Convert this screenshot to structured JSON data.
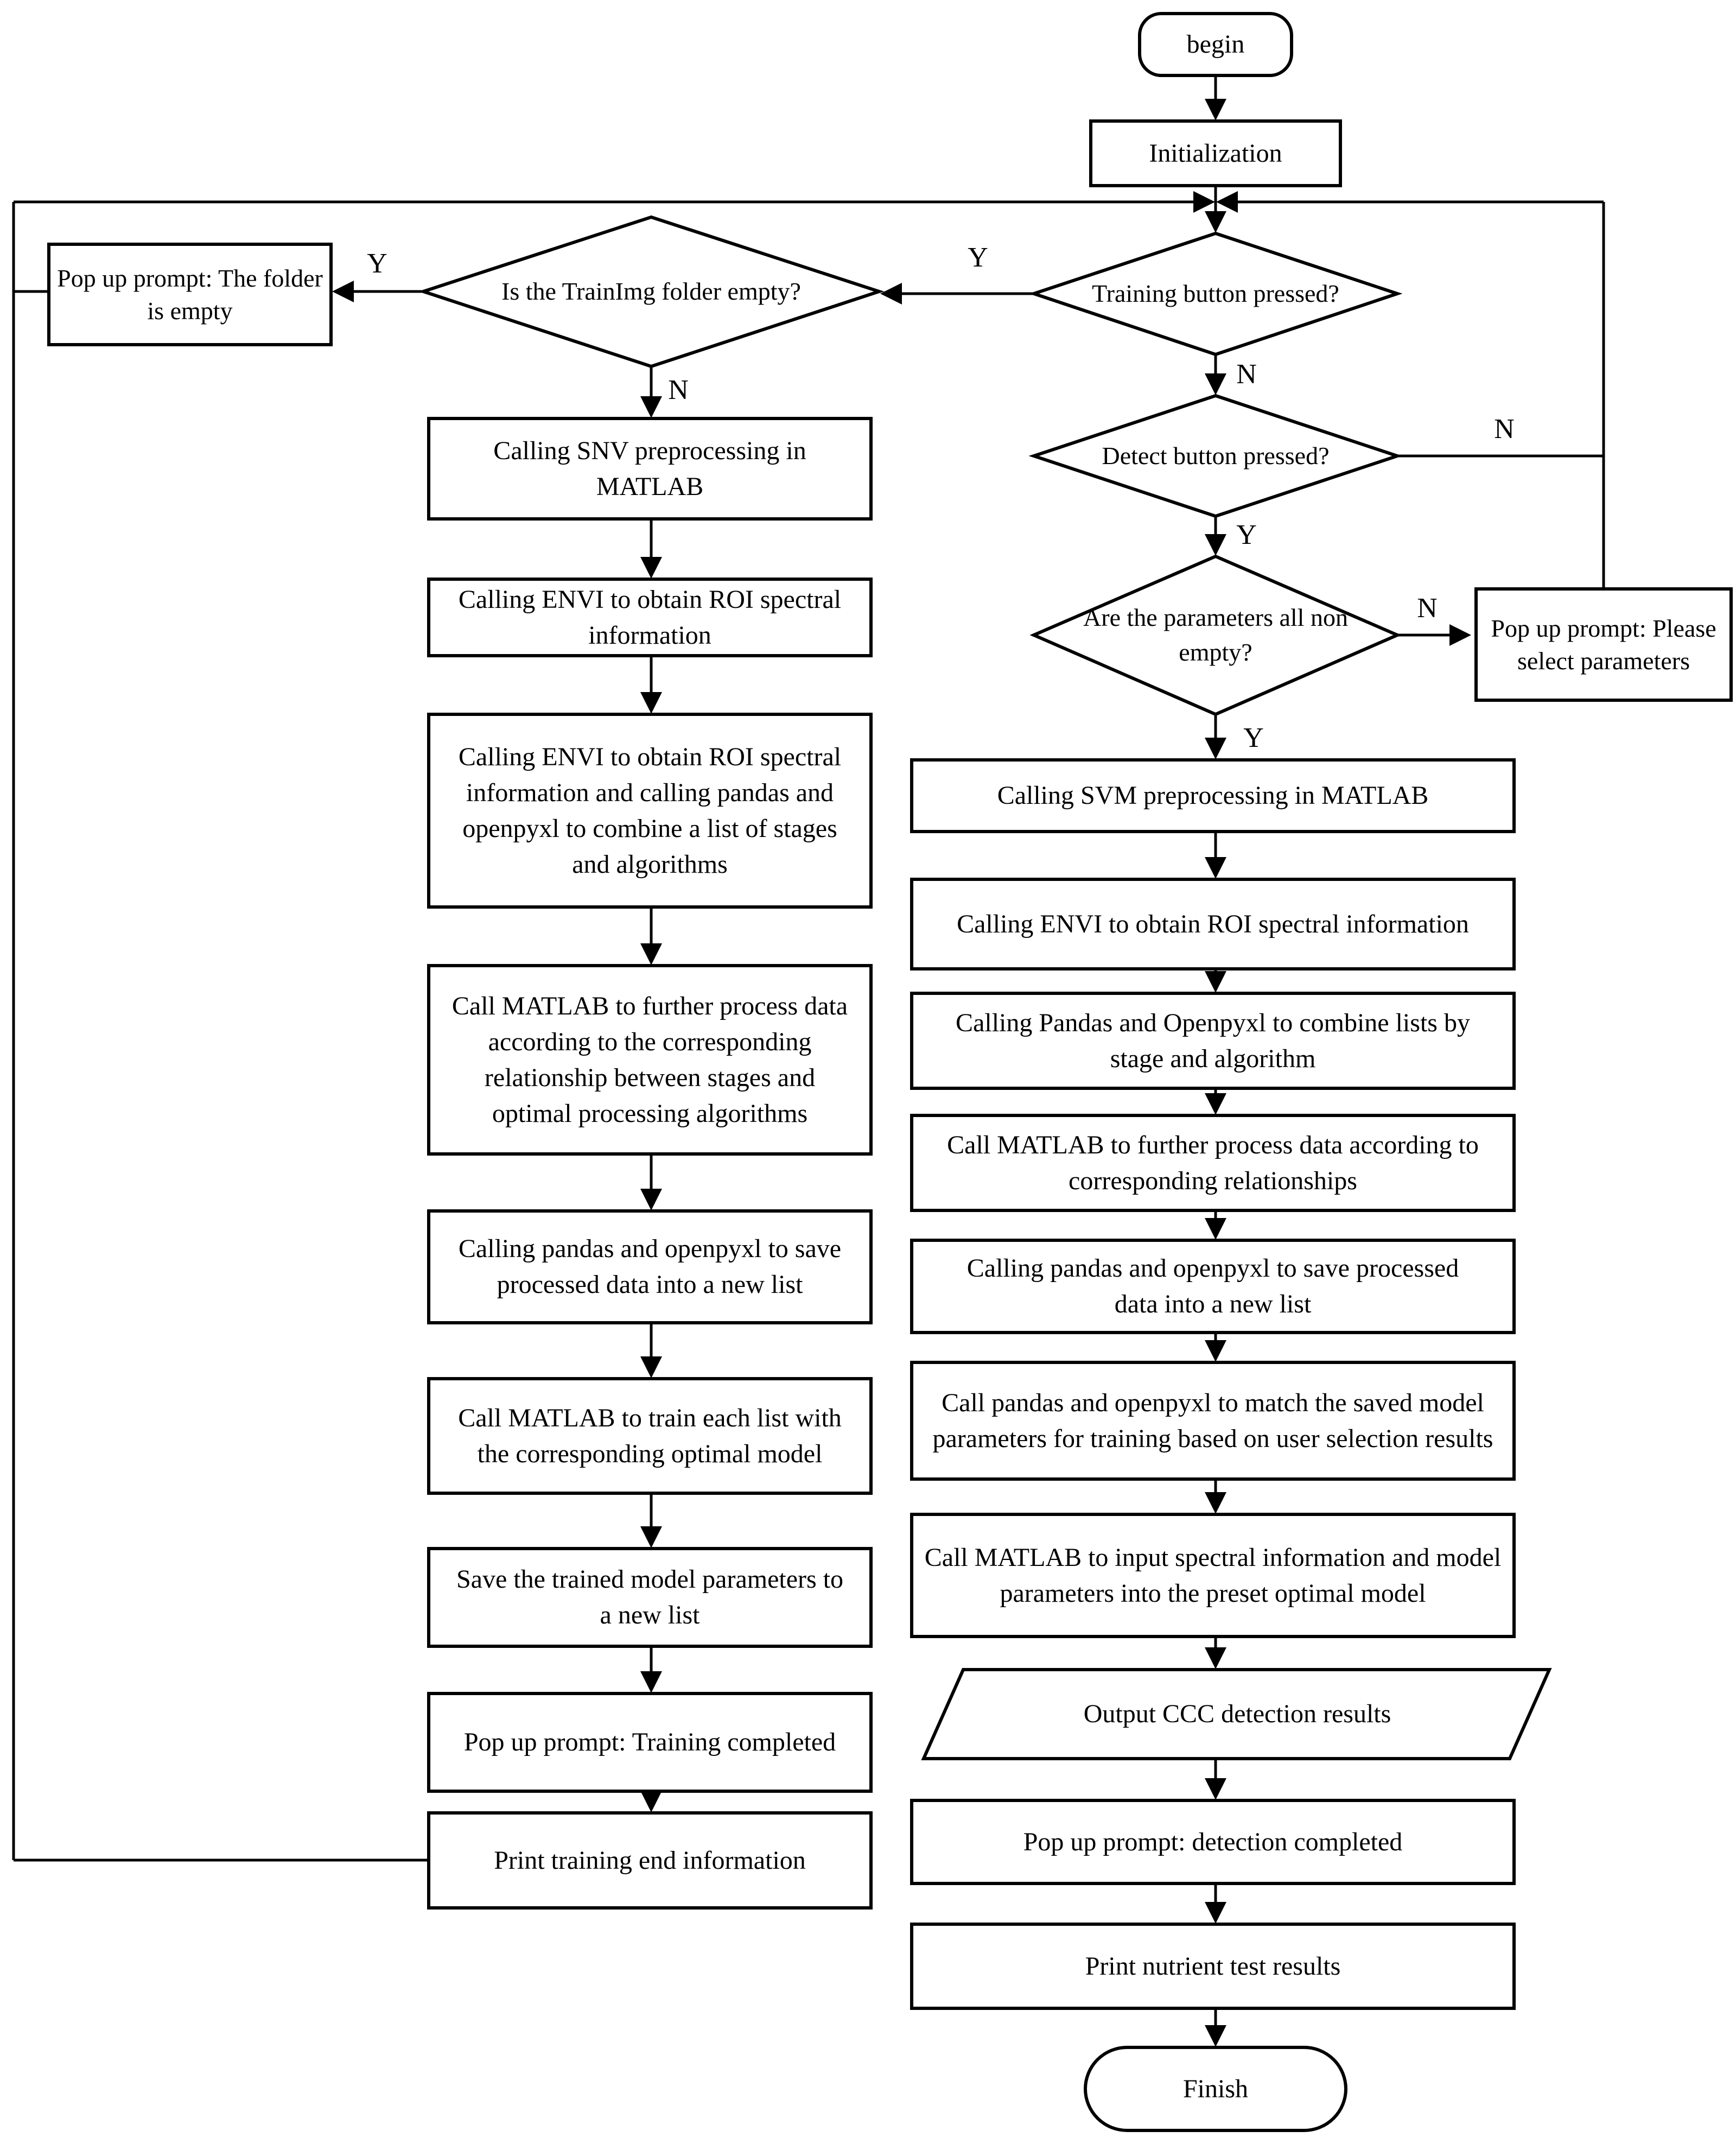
{
  "nodes": {
    "begin": "begin",
    "initialization": "Initialization",
    "training_pressed": "Training button pressed?",
    "detect_pressed": "Detect button pressed?",
    "params_nonempty": "Are the parameters all non empty?",
    "trainimg_empty": "Is the TrainImg folder empty?",
    "popup_folder_empty": "Pop up prompt: The folder is empty",
    "popup_select_params": "Pop up prompt: Please select parameters",
    "finish": "Finish",
    "left": [
      "Calling SNV preprocessing in MATLAB",
      "Calling ENVI to obtain ROI spectral information",
      "Calling ENVI to obtain ROI spectral information and calling pandas and openpyxl to combine a list of stages and algorithms",
      "Call MATLAB to further process data according to the corresponding relationship between stages and optimal processing algorithms",
      "Calling pandas and openpyxl to save processed data into a new list",
      "Call MATLAB to train each list with the corresponding optimal model",
      "Save the trained model parameters to a new list",
      "Pop up prompt: Training completed",
      "Print training end information"
    ],
    "right": [
      "Calling SVM preprocessing in MATLAB",
      "Calling ENVI to obtain ROI spectral information",
      "Calling Pandas and Openpyxl to combine lists by stage and algorithm",
      "Call MATLAB to further process data according to corresponding relationships",
      "Calling pandas and openpyxl to save processed data into a new list",
      "Call pandas and openpyxl to match the saved model parameters for training based on user selection results",
      "Call MATLAB to input spectral information and model parameters into the preset optimal model",
      "Output CCC detection results",
      "Pop up prompt: detection completed",
      "Print nutrient test results"
    ]
  },
  "branch": {
    "train_y": "Y",
    "train_n": "N",
    "img_y": "Y",
    "img_n": "N",
    "detect_n": "N",
    "detect_y": "Y",
    "param_n": "N",
    "param_y": "Y"
  },
  "colors": {
    "stroke": "#000000",
    "background": "#ffffff"
  }
}
